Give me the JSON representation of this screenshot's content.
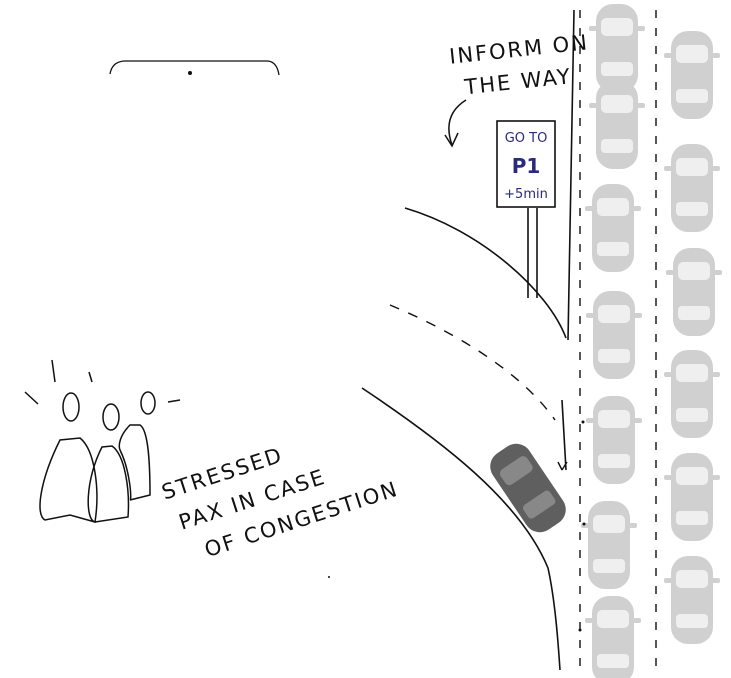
{
  "annotation_top": {
    "line1": "INFORM ON",
    "line2": "THE WAY"
  },
  "sign": {
    "line1": "GO TO",
    "line2": "P1",
    "line3": "+5min"
  },
  "annotation_people": {
    "line1": "STRESSED",
    "line2": "PAX IN CASE",
    "line3": "OF CONGESTION"
  },
  "colors": {
    "ink": "#111111",
    "sign_ink": "#2a2a7a",
    "parked_car": "#d0d0d0",
    "moving_car": "#5f5f5f"
  },
  "icons": [
    "curved-arrow-icon",
    "people-icon",
    "parked-car-icon",
    "moving-car-icon"
  ]
}
